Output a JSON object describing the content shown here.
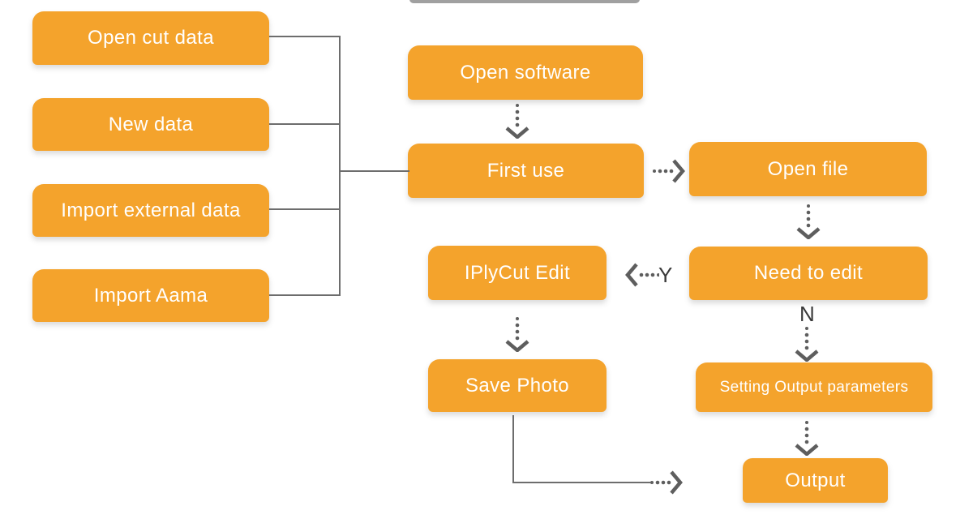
{
  "diagram": {
    "type": "flowchart",
    "accent_color": "#F4A32C",
    "line_color": "#6d6d6d",
    "arrow_color": "#5e5e5e",
    "nodes": {
      "open_cut_data": {
        "label": "Open cut data"
      },
      "new_data": {
        "label": "New data"
      },
      "import_external_data": {
        "label": "Import external data"
      },
      "import_aama": {
        "label": "Import Aama"
      },
      "open_software": {
        "label": "Open software"
      },
      "first_use": {
        "label": "First use"
      },
      "open_file": {
        "label": "Open file"
      },
      "need_to_edit": {
        "label": "Need to edit"
      },
      "iplycut_edit": {
        "label": "IPlyCut Edit"
      },
      "save_photo": {
        "label": "Save Photo"
      },
      "setting_output_parameters": {
        "label": "Setting Output parameters"
      },
      "output": {
        "label": "Output"
      }
    },
    "edge_labels": {
      "yes": "Y",
      "no": "N"
    }
  }
}
